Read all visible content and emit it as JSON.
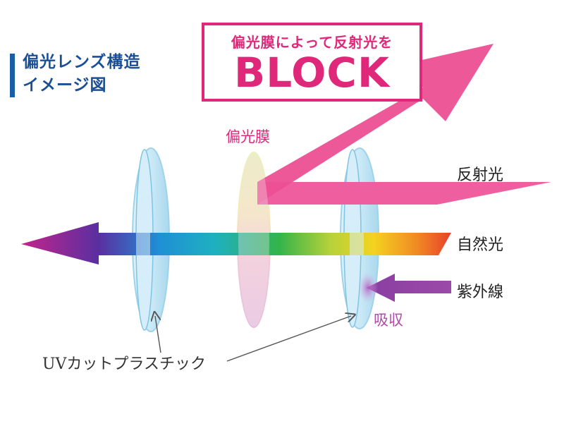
{
  "title": {
    "line1": "偏光レンズ構造",
    "line2": "イメージ図"
  },
  "block_box": {
    "subtitle": "偏光膜によって反射光を",
    "main": "BLOCK"
  },
  "labels": {
    "polarizing_film": "偏光膜",
    "reflected_light": "反射光",
    "natural_light": "自然光",
    "ultraviolet": "紫外線",
    "absorption": "吸収",
    "uv_cut_plastic": "UVカットプラスチック"
  },
  "colors": {
    "magenta": "#e0287a",
    "title_blue": "#1b4f95",
    "lens_blue": "#bfe4f4",
    "uv_purple": "#8a3ea2"
  }
}
